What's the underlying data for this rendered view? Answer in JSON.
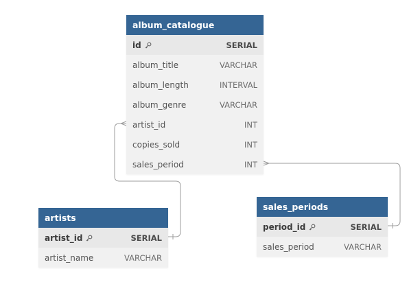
{
  "colors": {
    "header_bg": "#356594",
    "header_text": "#ffffff",
    "table_bg": "#f1f1f1",
    "connector": "#9c9c9c"
  },
  "tables": {
    "album_catalogue": {
      "name": "album_catalogue",
      "fields": [
        {
          "name": "id",
          "type": "SERIAL",
          "pk": true,
          "icon": "key-icon"
        },
        {
          "name": "album_title",
          "type": "VARCHAR"
        },
        {
          "name": "album_length",
          "type": "INTERVAL"
        },
        {
          "name": "album_genre",
          "type": "VARCHAR"
        },
        {
          "name": "artist_id",
          "type": "INT"
        },
        {
          "name": "copies_sold",
          "type": "INT"
        },
        {
          "name": "sales_period",
          "type": "INT"
        }
      ]
    },
    "artists": {
      "name": "artists",
      "fields": [
        {
          "name": "artist_id",
          "type": "SERIAL",
          "pk": true,
          "icon": "key-icon"
        },
        {
          "name": "artist_name",
          "type": "VARCHAR"
        }
      ]
    },
    "sales_periods": {
      "name": "sales_periods",
      "fields": [
        {
          "name": "period_id",
          "type": "SERIAL",
          "pk": true,
          "icon": "key-icon"
        },
        {
          "name": "sales_period",
          "type": "VARCHAR"
        }
      ]
    }
  },
  "relationships": [
    {
      "from": "album_catalogue.artist_id",
      "to": "artists.artist_id",
      "from_end": "many",
      "to_end": "one"
    },
    {
      "from": "album_catalogue.sales_period",
      "to": "sales_periods.period_id",
      "from_end": "many",
      "to_end": "one"
    }
  ]
}
